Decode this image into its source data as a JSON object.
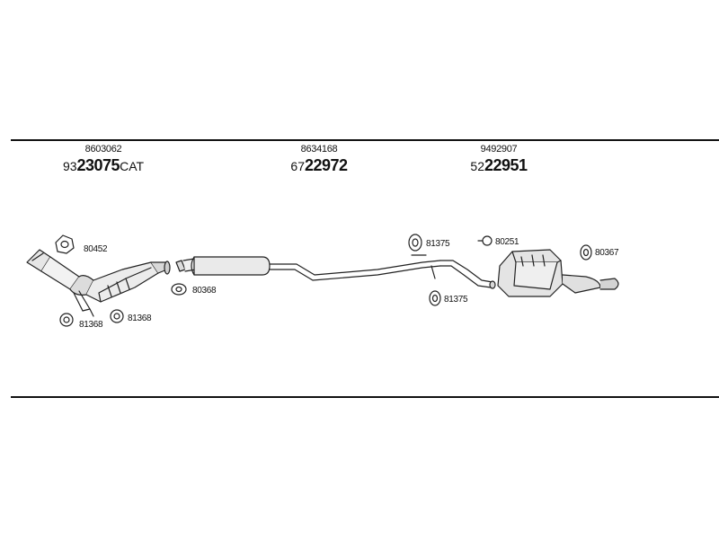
{
  "parts": [
    {
      "code": "8603062",
      "prefix": "93",
      "main": "23075",
      "suffix": "CAT"
    },
    {
      "code": "8634168",
      "prefix": "67",
      "main": "22972",
      "suffix": ""
    },
    {
      "code": "9492907",
      "prefix": "52",
      "main": "22951",
      "suffix": ""
    }
  ],
  "labels": {
    "gasket_front": "80452",
    "gasket_flange": "80368",
    "ring_left": "81368",
    "ring_right": "81368",
    "hanger_mid_top": "81375",
    "hanger_mid_bottom": "81375",
    "clamp": "80251",
    "hanger_rear": "80367"
  }
}
